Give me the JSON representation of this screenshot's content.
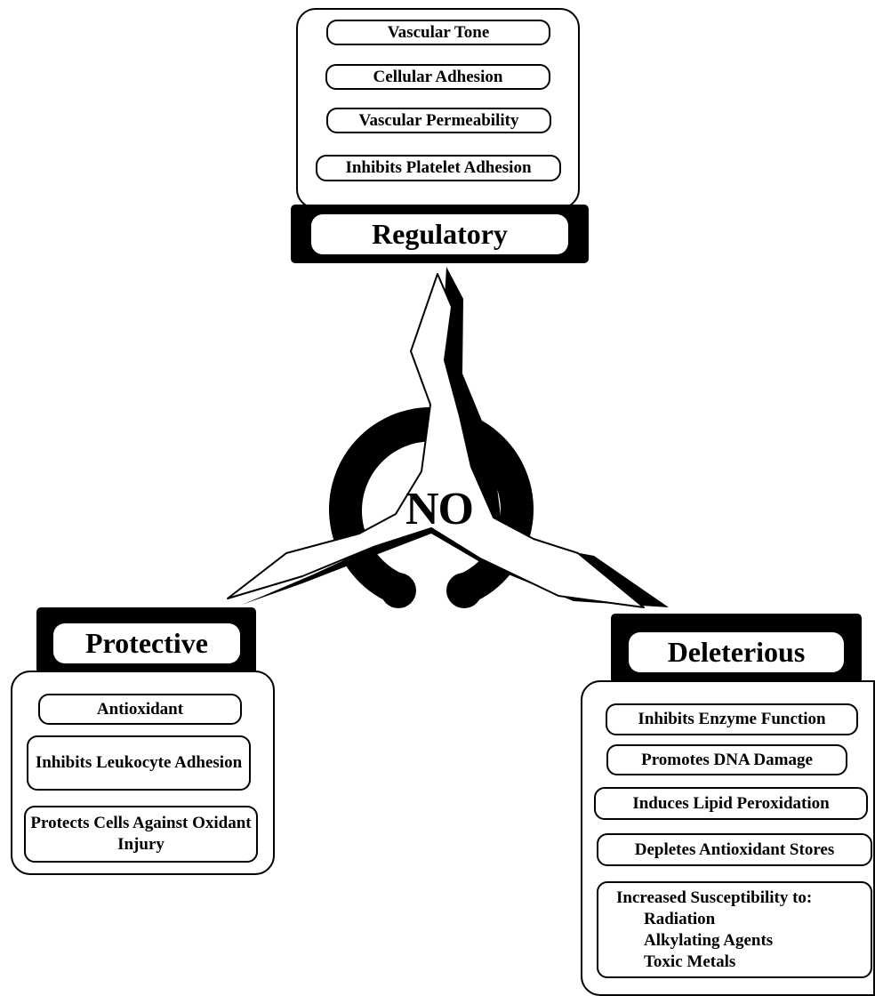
{
  "center": {
    "label": "NO"
  },
  "regulatory": {
    "title": "Regulatory",
    "items": [
      "Vascular Tone",
      "Cellular Adhesion",
      "Vascular Permeability",
      "Inhibits Platelet Adhesion"
    ]
  },
  "protective": {
    "title": "Protective",
    "items": [
      "Antioxidant",
      "Inhibits Leukocyte Adhesion",
      "Protects Cells Against Oxidant Injury"
    ]
  },
  "deleterious": {
    "title": "Deleterious",
    "items": [
      "Inhibits Enzyme Function",
      "Promotes DNA Damage",
      "Induces Lipid Peroxidation",
      "Depletes Antioxidant Stores"
    ],
    "susceptibility": {
      "heading": "Increased Susceptibility to:",
      "items": [
        "Radiation",
        "Alkylating Agents",
        "Toxic Metals"
      ]
    }
  }
}
